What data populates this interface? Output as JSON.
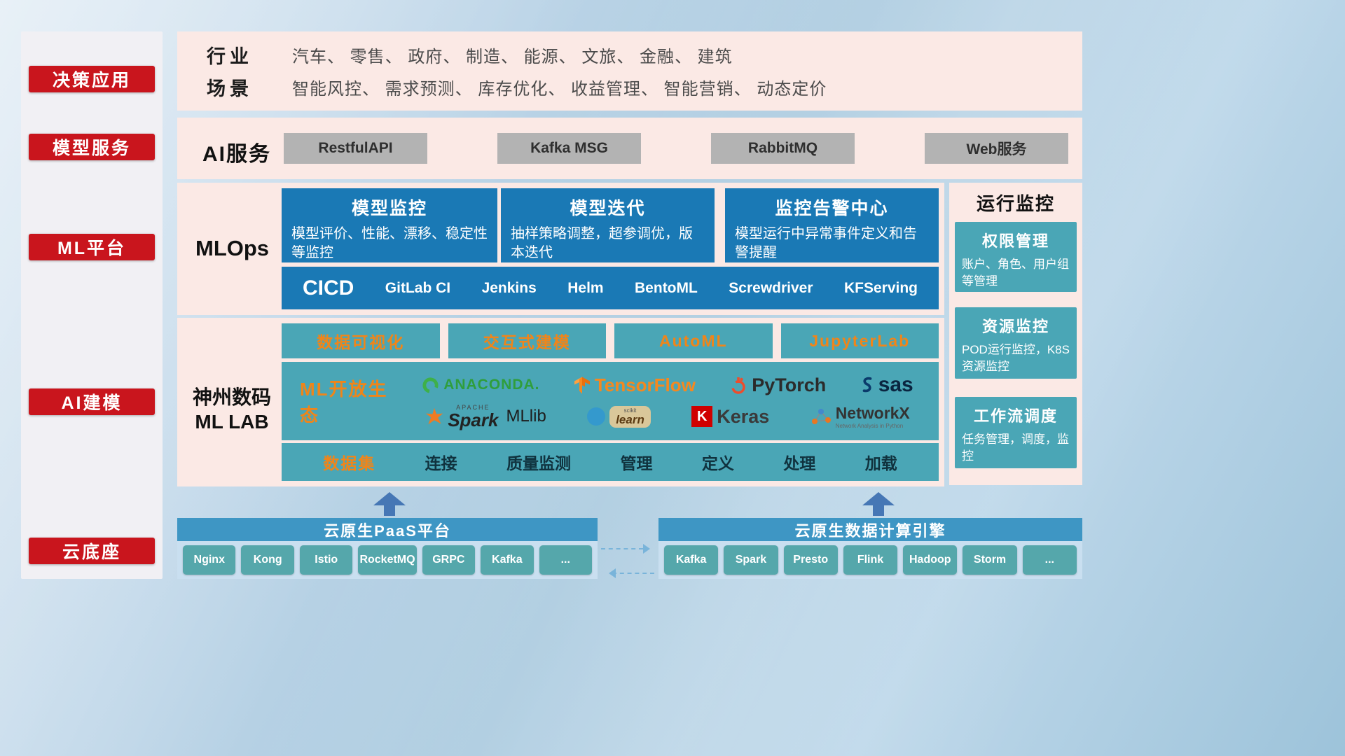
{
  "colors": {
    "accent_red": "#c9151d",
    "panel_pink": "#fbe9e5",
    "deep_blue": "#1a79b5",
    "teal": "#4aa6b6",
    "chip_teal": "#55a7ab",
    "bar_blue": "#3e96c4",
    "orange": "#f08519"
  },
  "sidebar": {
    "items": [
      {
        "label": "决策应用"
      },
      {
        "label": "模型服务"
      },
      {
        "label": "ML平台"
      },
      {
        "label": "AI建模"
      },
      {
        "label": "云底座"
      }
    ]
  },
  "industry_panel": {
    "rows": [
      {
        "label": "行业",
        "text": "汽车、 零售、 政府、 制造、 能源、 文旅、 金融、 建筑"
      },
      {
        "label": "场景",
        "text": "智能风控、 需求预测、 库存优化、 收益管理、 智能营销、 动态定价"
      }
    ]
  },
  "ai_service_panel": {
    "label": "AI服务",
    "services": [
      "RestfulAPI",
      "Kafka MSG",
      "RabbitMQ",
      "Web服务"
    ]
  },
  "mlops_panel": {
    "label": "MLOps",
    "cards": [
      {
        "title": "模型监控",
        "desc": "模型评价、性能、漂移、稳定性等监控"
      },
      {
        "title": "模型迭代",
        "desc": "抽样策略调整，超参调优，版本迭代"
      },
      {
        "title": "监控告警中心",
        "desc": "模型运行中异常事件定义和告警提醒"
      }
    ],
    "cicd_label": "CICD",
    "cicd_tools": [
      "GitLab CI",
      "Jenkins",
      "Helm",
      "BentoML",
      "Screwdriver",
      "KFServing"
    ]
  },
  "monitor_panel": {
    "title": "运行监控",
    "cards": [
      {
        "title": "权限管理",
        "desc": "账户、角色、用户组等管理"
      },
      {
        "title": "资源监控",
        "desc": "POD运行监控，K8S资源监控"
      },
      {
        "title": "工作流调度",
        "desc": "任务管理，调度，监控"
      }
    ]
  },
  "mllab_panel": {
    "label_line1": "神州数码",
    "label_line2": "ML LAB",
    "top_tools": [
      "数据可视化",
      "交互式建模",
      "AutoML",
      "JupyterLab"
    ],
    "eco_label": "ML开放生态",
    "logos": {
      "anaconda": "ANACONDA.",
      "tensorflow": "TensorFlow",
      "pytorch": "PyTorch",
      "sas": "sas",
      "spark_apache": "APACHE",
      "spark": "Spark",
      "mllib": "MLlib",
      "sklearn_scikit": "scikit",
      "sklearn_learn": "learn",
      "keras_initial": "K",
      "keras": "Keras",
      "networkx": "NetworkX",
      "networkx_sub": "Network Analysis in Python"
    },
    "data_row": [
      "数据集",
      "连接",
      "质量监测",
      "管理",
      "定义",
      "处理",
      "加载"
    ]
  },
  "paas_bar": {
    "title": "云原生PaaS平台",
    "items": [
      "Nginx",
      "Kong",
      "Istio",
      "RocketMQ",
      "GRPC",
      "Kafka",
      "..."
    ]
  },
  "compute_bar": {
    "title": "云原生数据计算引擎",
    "items": [
      "Kafka",
      "Spark",
      "Presto",
      "Flink",
      "Hadoop",
      "Storm",
      "..."
    ]
  }
}
